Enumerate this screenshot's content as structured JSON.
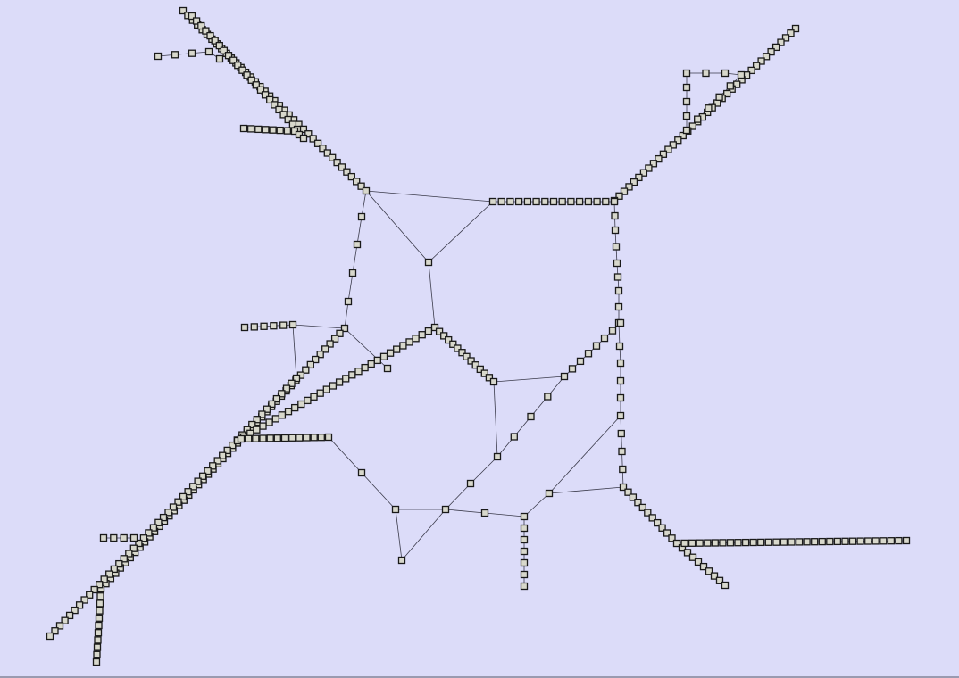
{
  "diagram": {
    "type": "network-graph",
    "node_shape": "square",
    "colors": {
      "background": "#dcdcf9",
      "node_fill": "#d8d8cc",
      "node_stroke": "#1a1a1a",
      "edge": "#3a3a4a"
    },
    "node_count": "many",
    "labels_shown": false
  }
}
